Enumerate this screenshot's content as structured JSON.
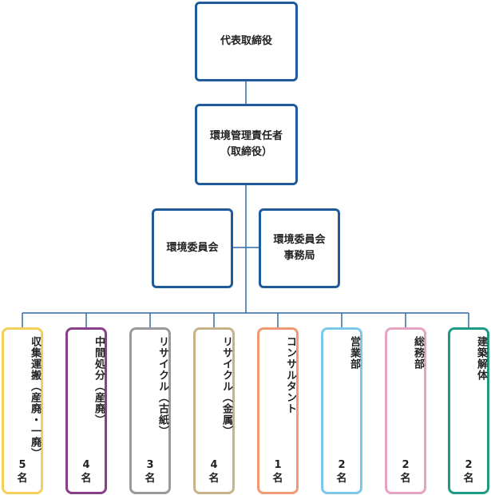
{
  "org": {
    "ceo": {
      "label": "代表取締役"
    },
    "env_manager": {
      "line1": "環境管理責任者",
      "line2": "（取締役）"
    },
    "committee": {
      "label": "環境委員会"
    },
    "secretariat": {
      "line1": "環境委員会",
      "line2": "事務局"
    },
    "departments": [
      {
        "name": "収集運搬（産廃・一廃）",
        "num": "5",
        "unit": "名",
        "color": "#f5cf5b"
      },
      {
        "name": "中間処分（産廃）",
        "num": "4",
        "unit": "名",
        "color": "#8b3f8b"
      },
      {
        "name": "リサイクル（古紙）",
        "num": "3",
        "unit": "名",
        "color": "#9a9a9a"
      },
      {
        "name": "リサイクル（金属）",
        "num": "4",
        "unit": "名",
        "color": "#c8b28a"
      },
      {
        "name": "コンサルタント",
        "num": "1",
        "unit": "名",
        "color": "#ee9a72"
      },
      {
        "name": "営業部",
        "num": "2",
        "unit": "名",
        "color": "#7cc8ec"
      },
      {
        "name": "総務部",
        "num": "2",
        "unit": "名",
        "color": "#e8a3c3"
      },
      {
        "name": "建築解体",
        "num": "2",
        "unit": "名",
        "color": "#1e9a86"
      }
    ],
    "colors": {
      "box_border": "#1f5a9a",
      "connector": "#2f6aa8"
    }
  }
}
